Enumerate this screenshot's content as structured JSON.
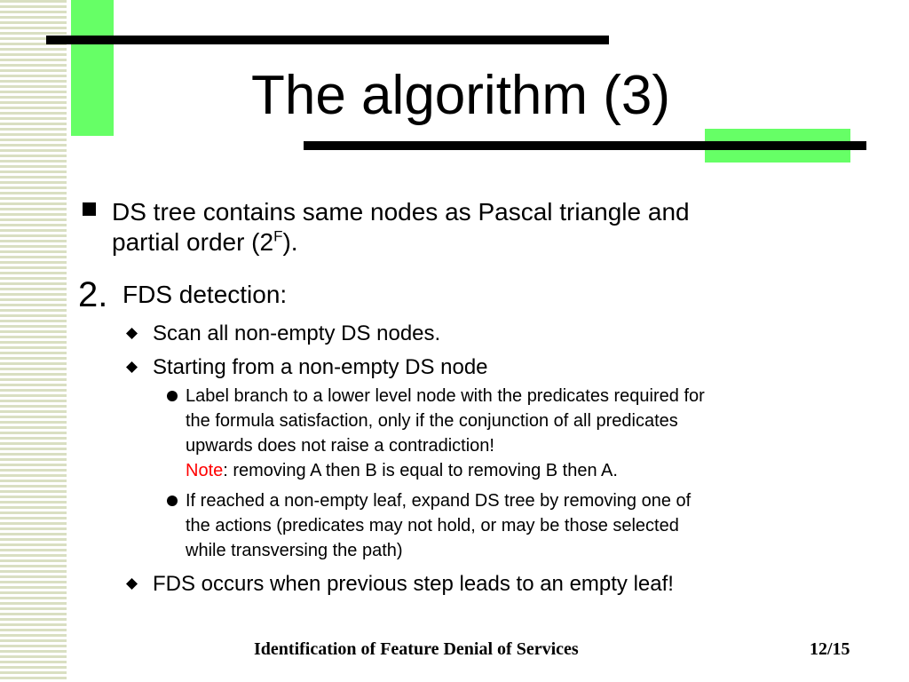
{
  "slide": {
    "title": "The algorithm (3)",
    "bullet1": {
      "line1": "DS tree contains same nodes as Pascal triangle and",
      "line2_start": "partial order (2",
      "superscript": "F",
      "line2_end": ")."
    },
    "numbered": {
      "number": "2.",
      "label": "FDS detection:"
    },
    "sub_items": {
      "scan": "Scan all non-empty DS nodes.",
      "starting": "Starting from a non-empty DS node",
      "fds_occurs": "FDS occurs when previous step leads to an empty leaf!"
    },
    "sub_sub_items": {
      "label_branch": {
        "line1": "Label branch to a lower level node with the predicates required for",
        "line2": "the formula satisfaction, only if the conjunction of all predicates",
        "line3": "upwards does not raise a contradiction!",
        "note_word": "Note",
        "note_rest": ": removing A then B is equal to removing B then A."
      },
      "reached_leaf": {
        "line1": "If reached a non-empty leaf, expand DS tree by removing one of",
        "line2": "the actions (predicates may not hold, or may be those selected",
        "line3": "while transversing the path)"
      }
    },
    "footer": {
      "title": "Identification of Feature Denial of Services",
      "page": "12/15"
    },
    "colors": {
      "accent_green": "#66ff66",
      "stripe": "#d9dfc2",
      "note_red": "#ff0000"
    }
  }
}
